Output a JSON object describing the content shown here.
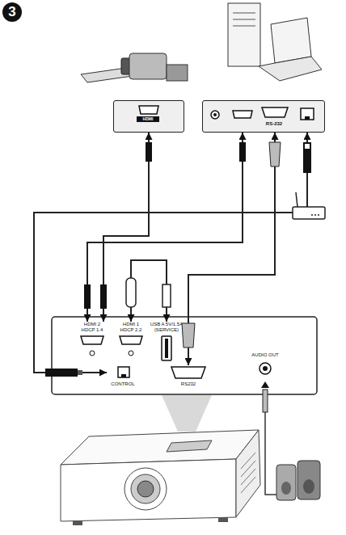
{
  "diagram": {
    "nodes": [
      {
        "text": [
          "HDMI"
        ]
      },
      {
        "text": [
          "RS-232"
        ]
      },
      {
        "text": [
          "HDMI 2 HDCP 1.4"
        ]
      },
      {
        "text": [
          "HDMI 1 HDCP 2.2"
        ]
      },
      {
        "text": [
          "USB A 5V/1.5A (SERVICE)"
        ]
      },
      {
        "text": [
          "RS232"
        ]
      },
      {
        "text": [
          "CONTROL"
        ]
      },
      {
        "text": [
          "AUDIO OUT"
        ]
      }
    ],
    "edges": [
      {
        "from": 0,
        "to": 2,
        "arrow": "both"
      },
      {
        "from": 1,
        "to": 2,
        "arrow": "both"
      },
      {
        "from": 1,
        "to": 5,
        "arrow": "both"
      },
      {
        "from": 1,
        "to": 6,
        "arrow": "both"
      },
      {
        "from": 3,
        "to": 4,
        "arrow": "both"
      }
    ],
    "labels": [
      "3"
    ]
  }
}
